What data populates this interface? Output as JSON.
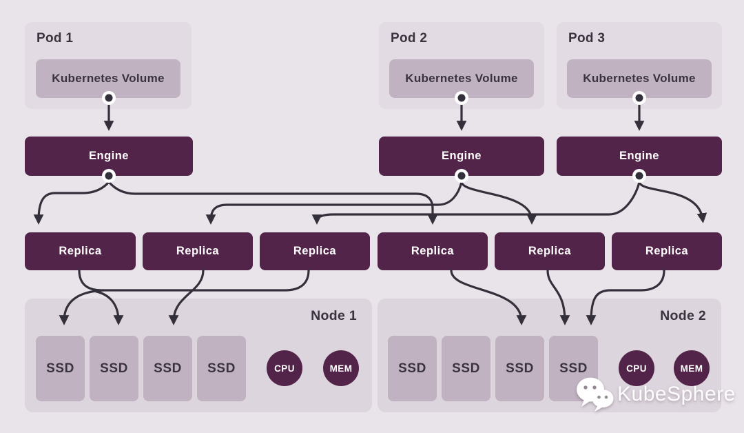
{
  "pods": [
    {
      "label": "Pod 1",
      "volume_label": "Kubernetes Volume"
    },
    {
      "label": "Pod 2",
      "volume_label": "Kubernetes Volume"
    },
    {
      "label": "Pod 3",
      "volume_label": "Kubernetes Volume"
    }
  ],
  "engines": [
    {
      "label": "Engine"
    },
    {
      "label": "Engine"
    },
    {
      "label": "Engine"
    }
  ],
  "replicas": [
    {
      "label": "Replica"
    },
    {
      "label": "Replica"
    },
    {
      "label": "Replica"
    },
    {
      "label": "Replica"
    },
    {
      "label": "Replica"
    },
    {
      "label": "Replica"
    }
  ],
  "nodes": [
    {
      "label": "Node 1",
      "ssds": [
        "SSD",
        "SSD",
        "SSD",
        "SSD"
      ],
      "cpu_label": "CPU",
      "mem_label": "MEM"
    },
    {
      "label": "Node 2",
      "ssds": [
        "SSD",
        "SSD",
        "SSD",
        "SSD"
      ],
      "cpu_label": "CPU",
      "mem_label": "MEM"
    }
  ],
  "watermark": {
    "icon": "wechat-icon",
    "text": "KubeSphere"
  },
  "connections": [
    {
      "from": "volume-1",
      "to": "engine-1"
    },
    {
      "from": "volume-2",
      "to": "engine-2"
    },
    {
      "from": "volume-3",
      "to": "engine-3"
    },
    {
      "from": "engine-1",
      "to": "replica-1"
    },
    {
      "from": "engine-1",
      "to": "replica-4"
    },
    {
      "from": "engine-2",
      "to": "replica-2"
    },
    {
      "from": "engine-2",
      "to": "replica-5"
    },
    {
      "from": "engine-3",
      "to": "replica-3"
    },
    {
      "from": "engine-3",
      "to": "replica-6"
    },
    {
      "from": "replica-1",
      "to": "node-1-ssd-1"
    },
    {
      "from": "replica-3",
      "to": "node-1-ssd-2"
    },
    {
      "from": "replica-2",
      "to": "node-1-ssd-3"
    },
    {
      "from": "replica-4",
      "to": "node-2-ssd-3"
    },
    {
      "from": "replica-5",
      "to": "node-2-ssd-4"
    },
    {
      "from": "replica-6",
      "to": "node-2-ssd-4"
    }
  ],
  "colors": {
    "background": "#e9e3ea",
    "pod_bg": "#e3dbe3",
    "node_bg": "#ddd5dd",
    "box_light": "#c1b2c1",
    "box_dark": "#532449",
    "line": "#34303b",
    "text_dark": "#38333e",
    "text_light": "#ffffff"
  }
}
